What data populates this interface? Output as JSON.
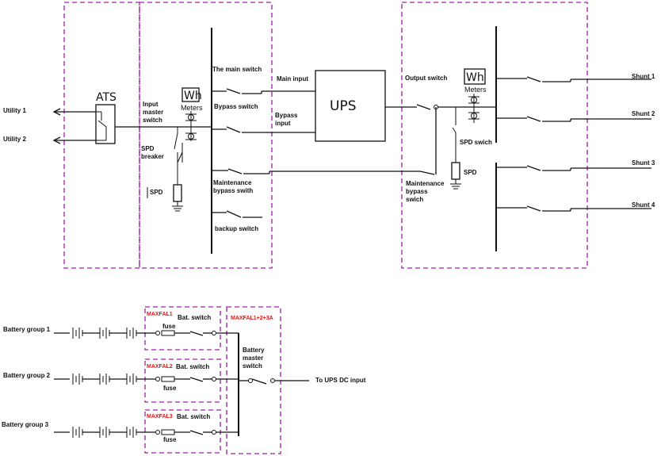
{
  "labels": {
    "utility1": "Utility 1",
    "utility2": "Utility 2",
    "ats": "ATS",
    "input_master_switch": [
      "Input",
      "master",
      "switch"
    ],
    "spd_breaker": [
      "SPD",
      "breaker"
    ],
    "spd_left": "SPD",
    "wh_left": "Wh",
    "meters_left": "Meters",
    "main_switch": "The main switch",
    "bypass_switch": "Bypass switch",
    "maintenance_bypass_switch": [
      "Maintenance",
      "bypass swith"
    ],
    "backup_switch": "backup switch",
    "main_input": "Main input",
    "bypass_input": [
      "Bypass",
      "input"
    ],
    "ups": "UPS",
    "output_switch": "Output switch",
    "wh_right": "Wh",
    "meters_right": "Meters",
    "spd_swich": "SPD swich",
    "spd_right": "SPD",
    "maintenance_bypass_swich_right": [
      "Maintenance",
      "bypass",
      "swich"
    ],
    "shunt1": "Shunt 1",
    "shunt2": "Shunt 2",
    "shunt3": "Shunt 3",
    "shunt4": "Shunt 4",
    "battery_group1": "Battery group 1",
    "battery_group2": "Battery group 2",
    "battery_group3": "Battery group 3",
    "bat_switch": "Bat. switch",
    "fuse": "fuse",
    "battery_master_switch": [
      "Battery",
      "master",
      "switch"
    ],
    "to_ups_dc_input": "To UPS DC input",
    "red_tag1": "MAXFAL1",
    "red_tag2": "MAXFAL2",
    "red_tag3": "MAXFAL3",
    "red_tag_master": "MAXFAL1+2+3A"
  },
  "colors": {
    "wire": "#111111",
    "boundary": "#b044b8",
    "tag": "#e01818"
  }
}
